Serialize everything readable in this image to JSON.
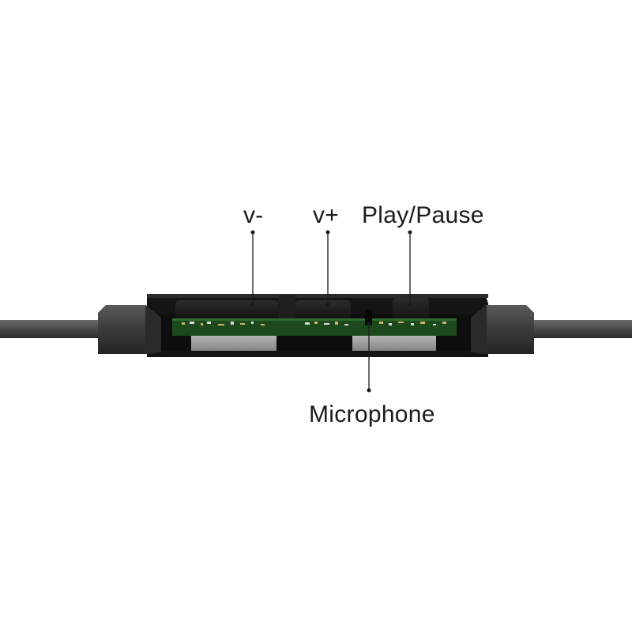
{
  "labels": {
    "volume_down": "v-",
    "volume_up": "v+",
    "play_pause": "Play/Pause",
    "microphone": "Microphone"
  },
  "colors": {
    "cable": "#4a4a4a",
    "housing": "#161616",
    "strain_relief": "#3e3e3e",
    "pcb": "#1c4a1c",
    "contact_pad": "#9a9a9a",
    "leader_line": "#1b1b1b"
  }
}
